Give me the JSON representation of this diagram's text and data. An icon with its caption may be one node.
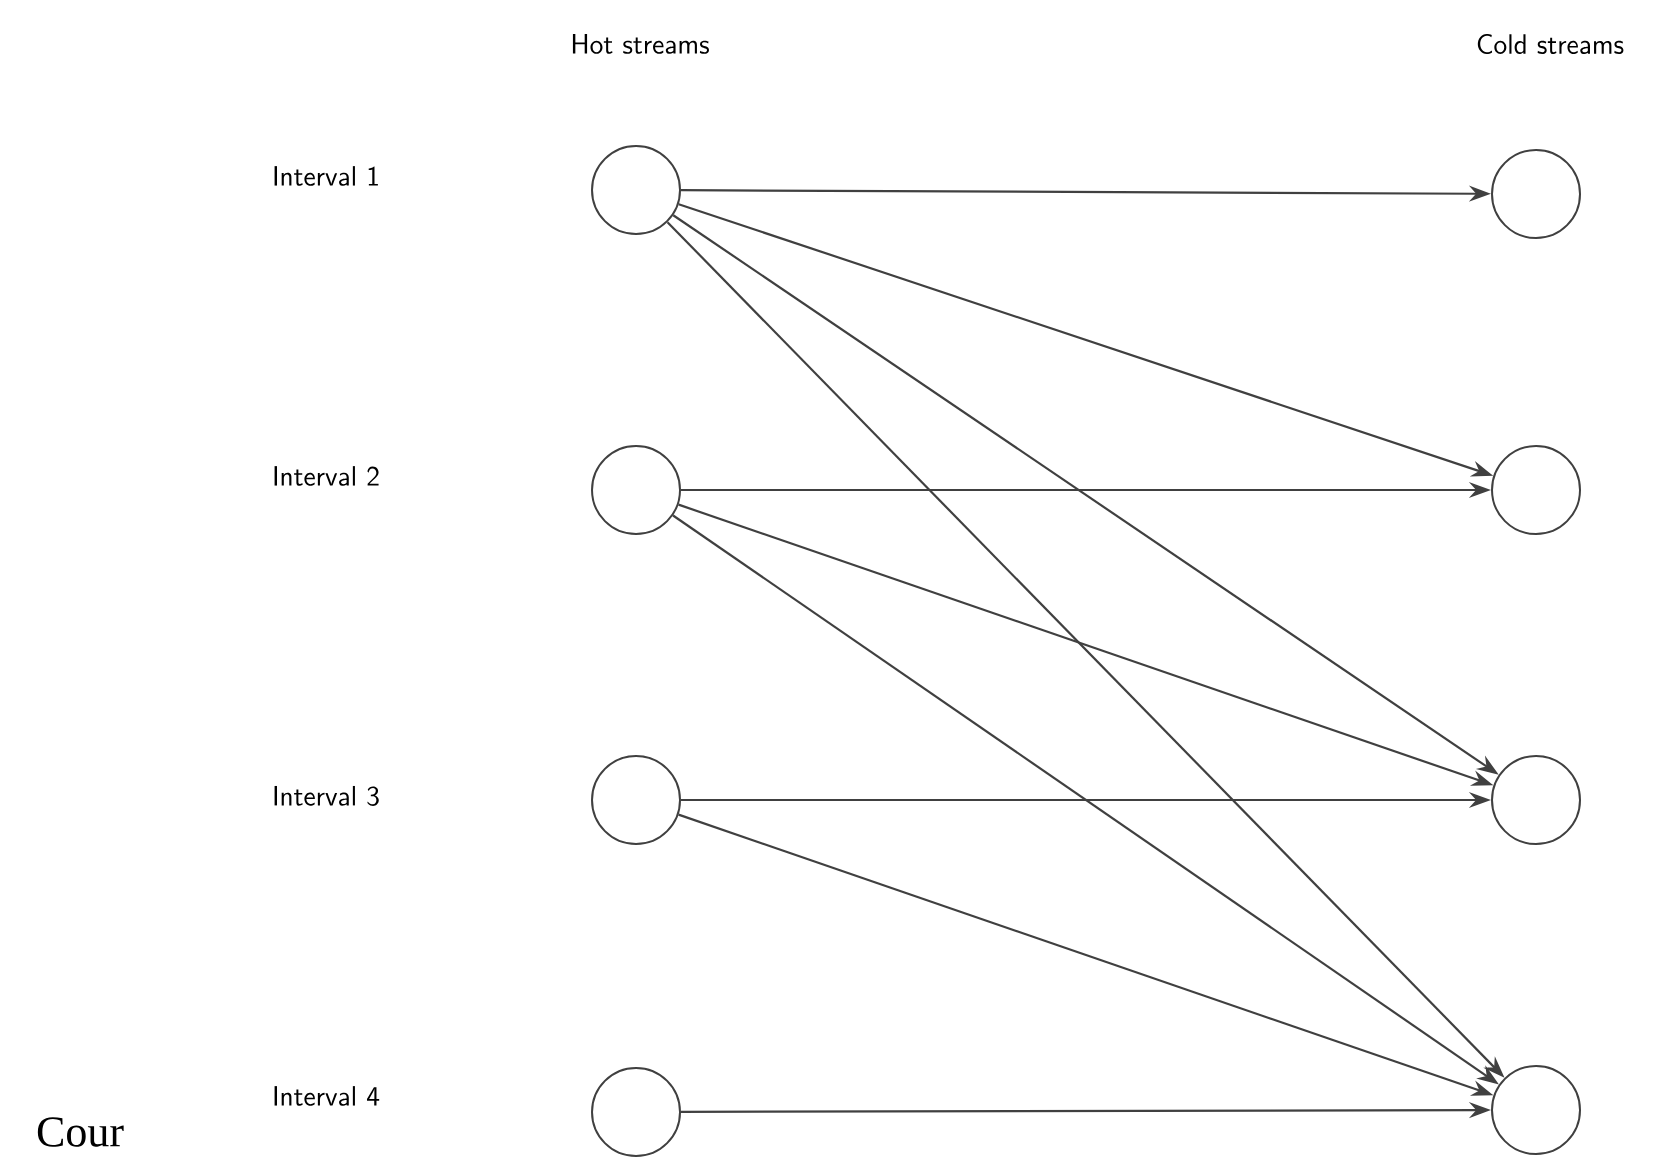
{
  "diagram": {
    "nodes": [
      {
        "text": [],
        "shape": "circle"
      },
      {
        "text": [],
        "shape": "circle"
      },
      {
        "text": [],
        "shape": "circle"
      },
      {
        "text": [],
        "shape": "circle"
      },
      {
        "text": [],
        "shape": "circle"
      },
      {
        "text": [],
        "shape": "circle"
      },
      {
        "text": [],
        "shape": "circle"
      },
      {
        "text": [],
        "shape": "circle"
      }
    ],
    "edges": [
      {
        "from": 0,
        "to": 4,
        "arrow": "to"
      },
      {
        "from": 0,
        "to": 5,
        "arrow": "to"
      },
      {
        "from": 0,
        "to": 6,
        "arrow": "to"
      },
      {
        "from": 0,
        "to": 7,
        "arrow": "to"
      },
      {
        "from": 1,
        "to": 5,
        "arrow": "to"
      },
      {
        "from": 1,
        "to": 6,
        "arrow": "to"
      },
      {
        "from": 1,
        "to": 7,
        "arrow": "to"
      },
      {
        "from": 2,
        "to": 6,
        "arrow": "to"
      },
      {
        "from": 2,
        "to": 7,
        "arrow": "to"
      },
      {
        "from": 3,
        "to": 7,
        "arrow": "to"
      }
    ],
    "labels": [
      "Hot streams",
      "Cold streams",
      "Interval 1",
      "Interval 2",
      "Interval 3",
      "Interval 4",
      "Cour"
    ]
  }
}
